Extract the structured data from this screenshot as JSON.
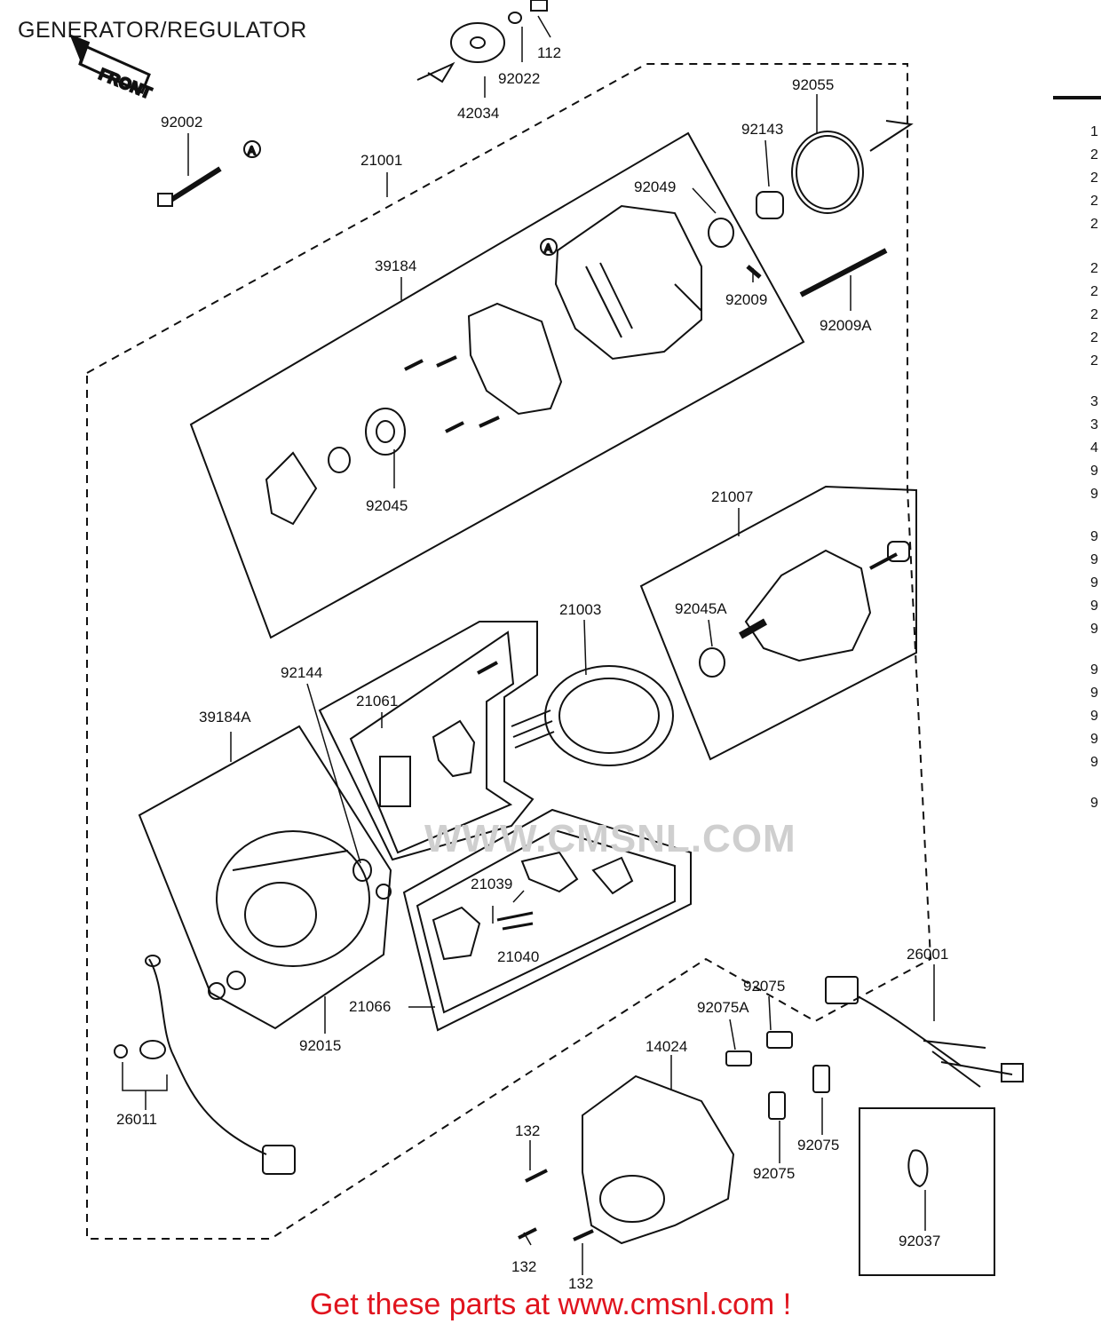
{
  "page_title": "GENERATOR/REGULATOR",
  "front_label": "FRONT",
  "reference_mark": "A",
  "watermark_text": "WWW.CMSNL.COM",
  "footer_text": "Get these parts at www.cmsnl.com !",
  "colors": {
    "footer_text": "#e0141e",
    "line_art": "#111111",
    "watermark": "#cfcfcf"
  },
  "part_labels": {
    "p112": "112",
    "p92022": "92022",
    "p42034": "42034",
    "p92002": "92002",
    "p21001": "21001",
    "p92055": "92055",
    "p92143": "92143",
    "p92049": "92049",
    "p39184": "39184",
    "p92009": "92009",
    "p92009A": "92009A",
    "p92045": "92045",
    "p21007": "21007",
    "p21003": "21003",
    "p92045A": "92045A",
    "p92144": "92144",
    "p21061": "21061",
    "p39184A": "39184A",
    "p21039": "21039",
    "p21040": "21040",
    "p21066": "21066",
    "p92015": "92015",
    "p26001": "26001",
    "p92075_a": "92075",
    "p92075A": "92075A",
    "p14024": "14024",
    "p26011": "26011",
    "p132_a": "132",
    "p92075_b": "92075",
    "p92075_c": "92075",
    "p132_b": "132",
    "p132_c": "132",
    "p92037": "92037"
  },
  "side_column_glyphs": [
    "1",
    "2",
    "2",
    "2",
    "2",
    "2",
    "2",
    "2",
    "2",
    "2",
    "3",
    "3",
    "4",
    "9",
    "9",
    "9",
    "9",
    "9",
    "9",
    "9",
    "9",
    "9",
    "9",
    "9",
    "9",
    "9"
  ]
}
